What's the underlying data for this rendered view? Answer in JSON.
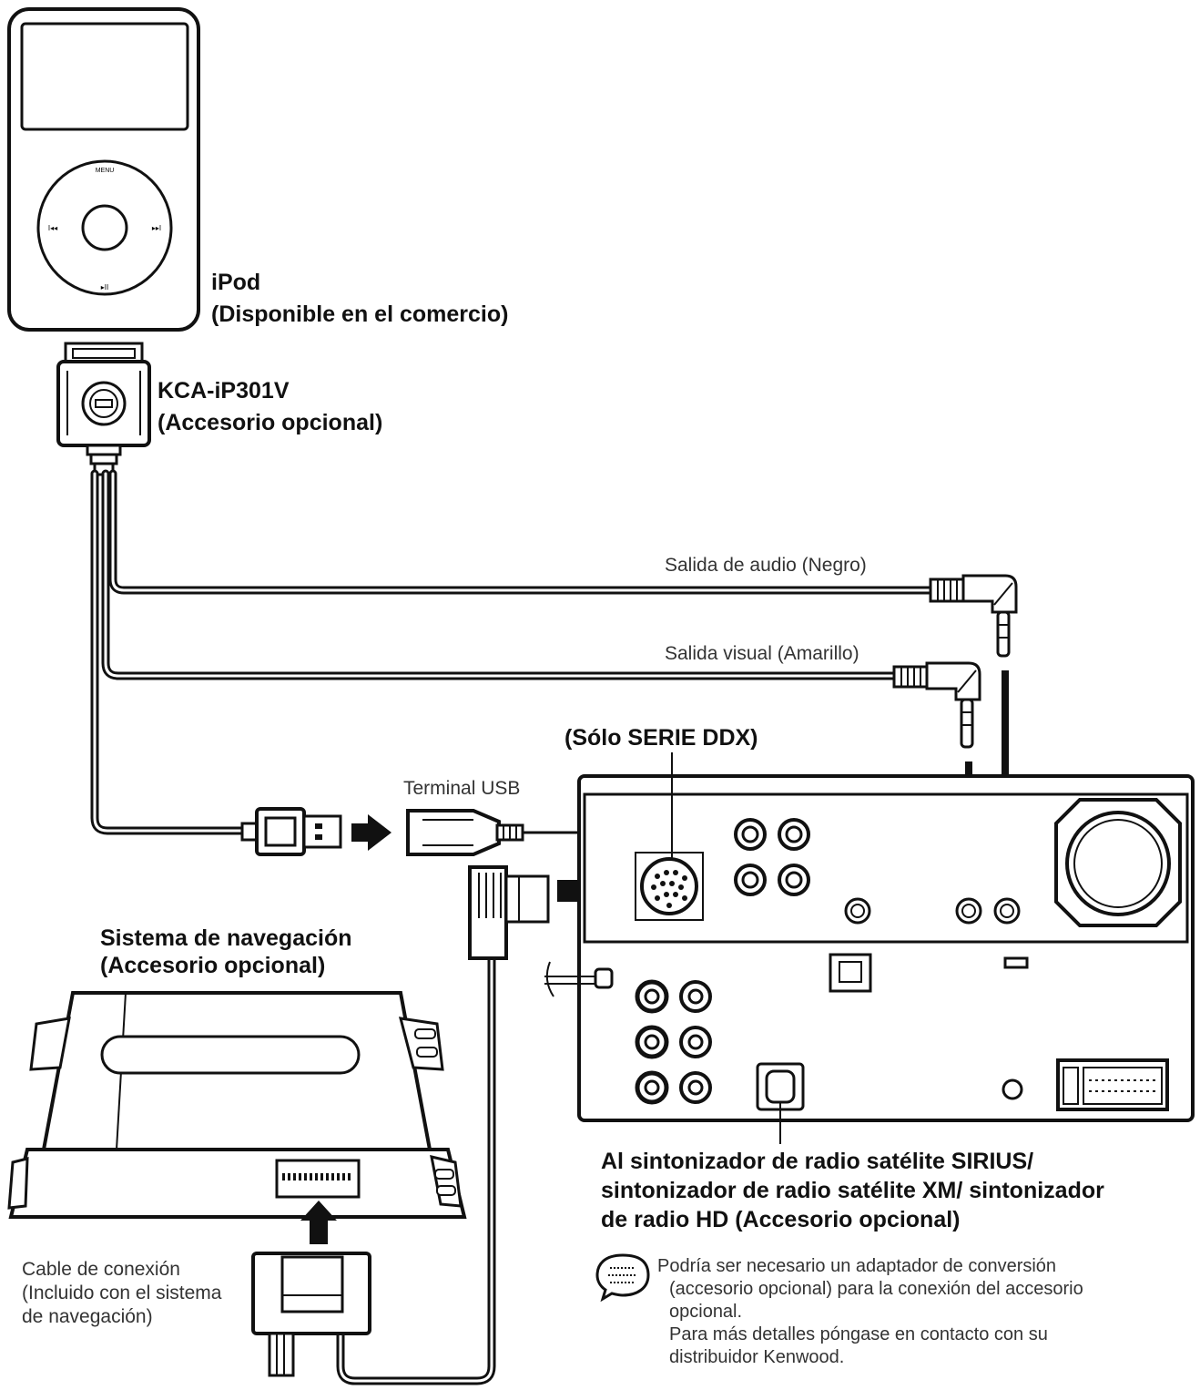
{
  "ipod": {
    "title": "iPod",
    "subtitle": "(Disponible en el comercio)",
    "wheel_menu": "MENU",
    "wheel_prev": "I◂◂",
    "wheel_next": "▸▸I",
    "wheel_play": "▸II"
  },
  "adapter_cable": {
    "title": "KCA-iP301V",
    "subtitle": "(Accesorio opcional)"
  },
  "audio_out_label": "Salida de audio (Negro)",
  "video_out_label": "Salida visual (Amarillo)",
  "usb_terminal_label": "Terminal USB",
  "ddx_only_label": "(Sólo SERIE DDX)",
  "nav_system": {
    "title": "Sistema de navegación",
    "subtitle": "(Accesorio opcional)"
  },
  "connection_cable": {
    "line1": "Cable de conexión",
    "line2": "(Incluido con el sistema",
    "line3": "de navegación)"
  },
  "satellite_tuner": {
    "line1": "Al sintonizador de radio satélite SIRIUS/",
    "line2": "sintonizador de radio satélite XM/ sintonizador",
    "line3": "de radio HD (Accesorio opcional)"
  },
  "note": {
    "icon": "speech-bubble-note-icon",
    "line1": "Podría ser necesario un adaptador de conversión",
    "line2": "(accesorio opcional) para la conexión del accesorio",
    "line3": "opcional.",
    "line4": "Para más detalles póngase en contacto con su",
    "line5": "distribuidor Kenwood."
  }
}
